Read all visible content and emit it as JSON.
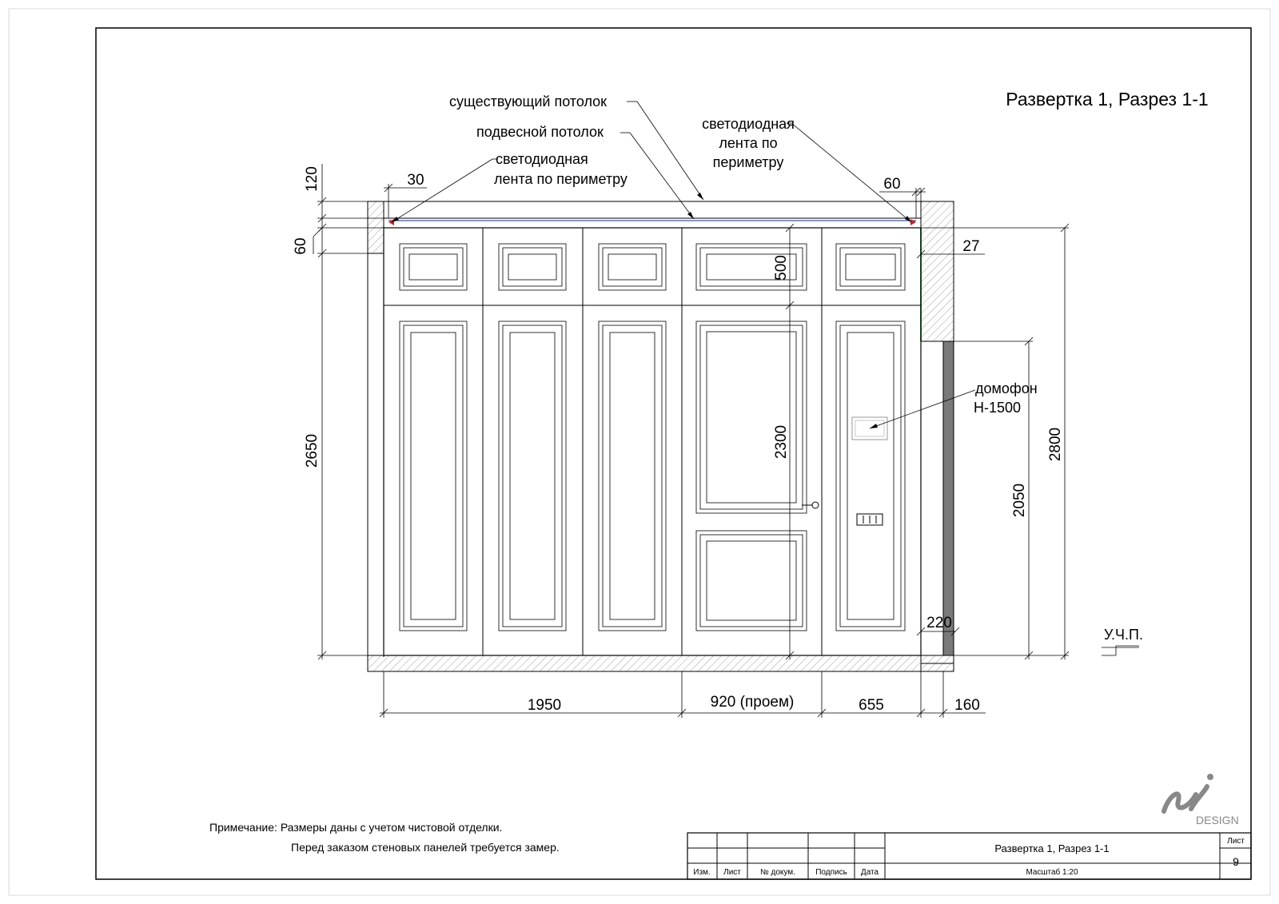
{
  "drawing": {
    "title": "Развертка 1, Разрез 1-1",
    "labels": {
      "existing_ceiling": "существующий потолок",
      "suspended_ceiling": "подвесной потолок",
      "led_strip_left_line1": "светодиодная",
      "led_strip_left_line2": "лента по периметру",
      "led_strip_right_line1": "светодиодная",
      "led_strip_right_line2": "лента по",
      "led_strip_right_line3": "периметру",
      "intercom_line1": "домофон",
      "intercom_line2": "Н-1500",
      "floor_level": "У.Ч.П."
    },
    "dimensions": {
      "d120": "120",
      "d60_left": "60",
      "d30": "30",
      "d60_top": "60",
      "d27": "27",
      "d500": "500",
      "d2650": "2650",
      "d2300": "2300",
      "d2800": "2800",
      "d2050": "2050",
      "d220": "220",
      "d1950": "1950",
      "d920": "920 (проем)",
      "d655": "655",
      "d160": "160"
    },
    "colors": {
      "led": "#cc2222",
      "ceiling_line": "#3355cc",
      "green_edge": "#33aa33",
      "hatch": "#888888"
    }
  },
  "notes": {
    "line1": "Примечание: Размеры даны с учетом чистовой отделки.",
    "line2": "Перед заказом стеновых панелей требуется замер."
  },
  "title_block": {
    "col_izm": "Изм.",
    "col_list": "Лист",
    "col_doc": "№ докум.",
    "col_sign": "Подпись",
    "col_date": "Дата",
    "sheet_title": "Развертка 1, Разрез 1-1",
    "scale": "Масштаб 1:20",
    "sheet_label": "Лист",
    "sheet_number": "9"
  },
  "logo": {
    "text": "DESIGN"
  }
}
